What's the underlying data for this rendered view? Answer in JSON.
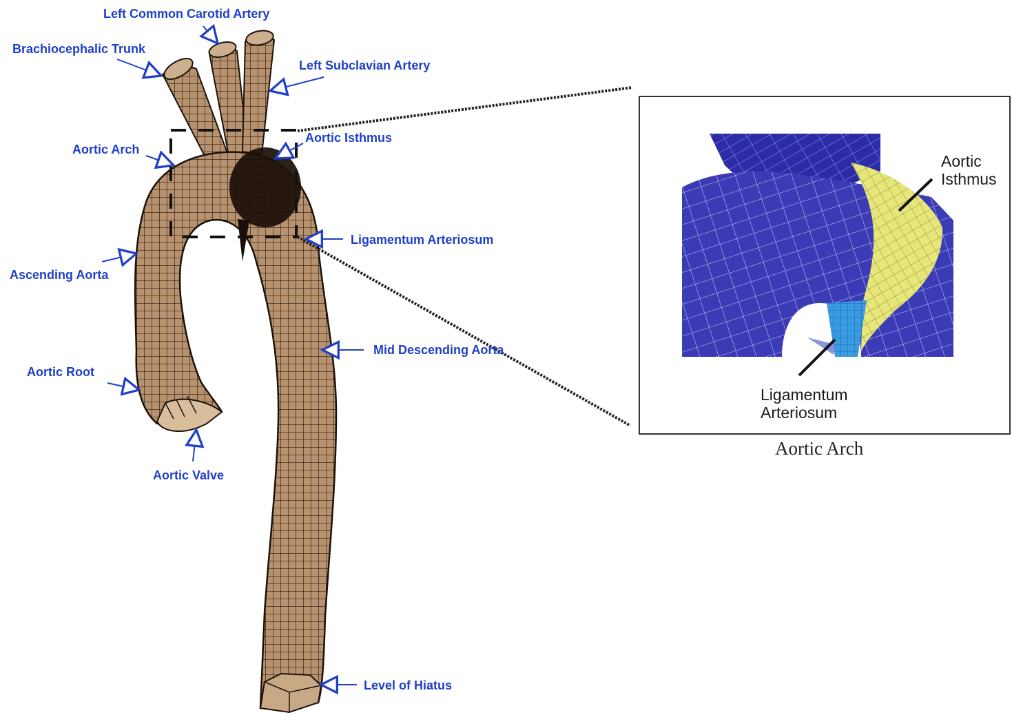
{
  "labels": {
    "left_common_carotid": "Left Common Carotid Artery",
    "brachiocephalic": "Brachiocephalic Trunk",
    "left_subclavian": "Left Subclavian Artery",
    "aortic_arch": "Aortic Arch",
    "aortic_isthmus": "Aortic Isthmus",
    "ligamentum": "Ligamentum Arteriosum",
    "ascending": "Ascending Aorta",
    "mid_descending": "Mid Descending Aorta",
    "aortic_root": "Aortic Root",
    "aortic_valve": "Aortic Valve",
    "hiatus": "Level of Hiatus"
  },
  "inset": {
    "isthmus_line1": "Aortic",
    "isthmus_line2": "Isthmus",
    "ligamentum_line1": "Ligamentum",
    "ligamentum_line2": "Arteriosum",
    "caption": "Aortic Arch"
  },
  "colors": {
    "label": "#1f3fc8",
    "mesh_fill": "#b8926e",
    "mesh_line": "#2a1d12",
    "inset_blue": "#3a3ab8",
    "isthmus_yellow": "#e8e87a",
    "ligamentum_cyan": "#3a9ce0"
  }
}
